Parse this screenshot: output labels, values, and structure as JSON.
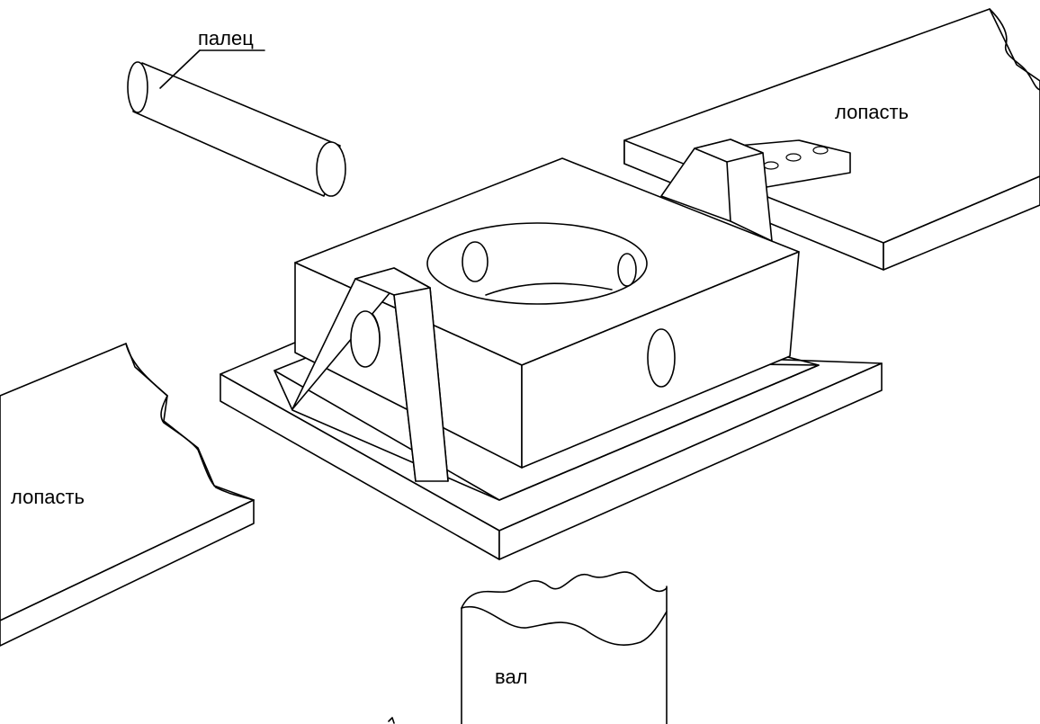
{
  "labels": {
    "pin": "палец",
    "blade_right": "лопасть",
    "blade_left": "лопасть",
    "shaft": "вал"
  },
  "colors": {
    "line": "#000000",
    "background": "#ffffff"
  }
}
